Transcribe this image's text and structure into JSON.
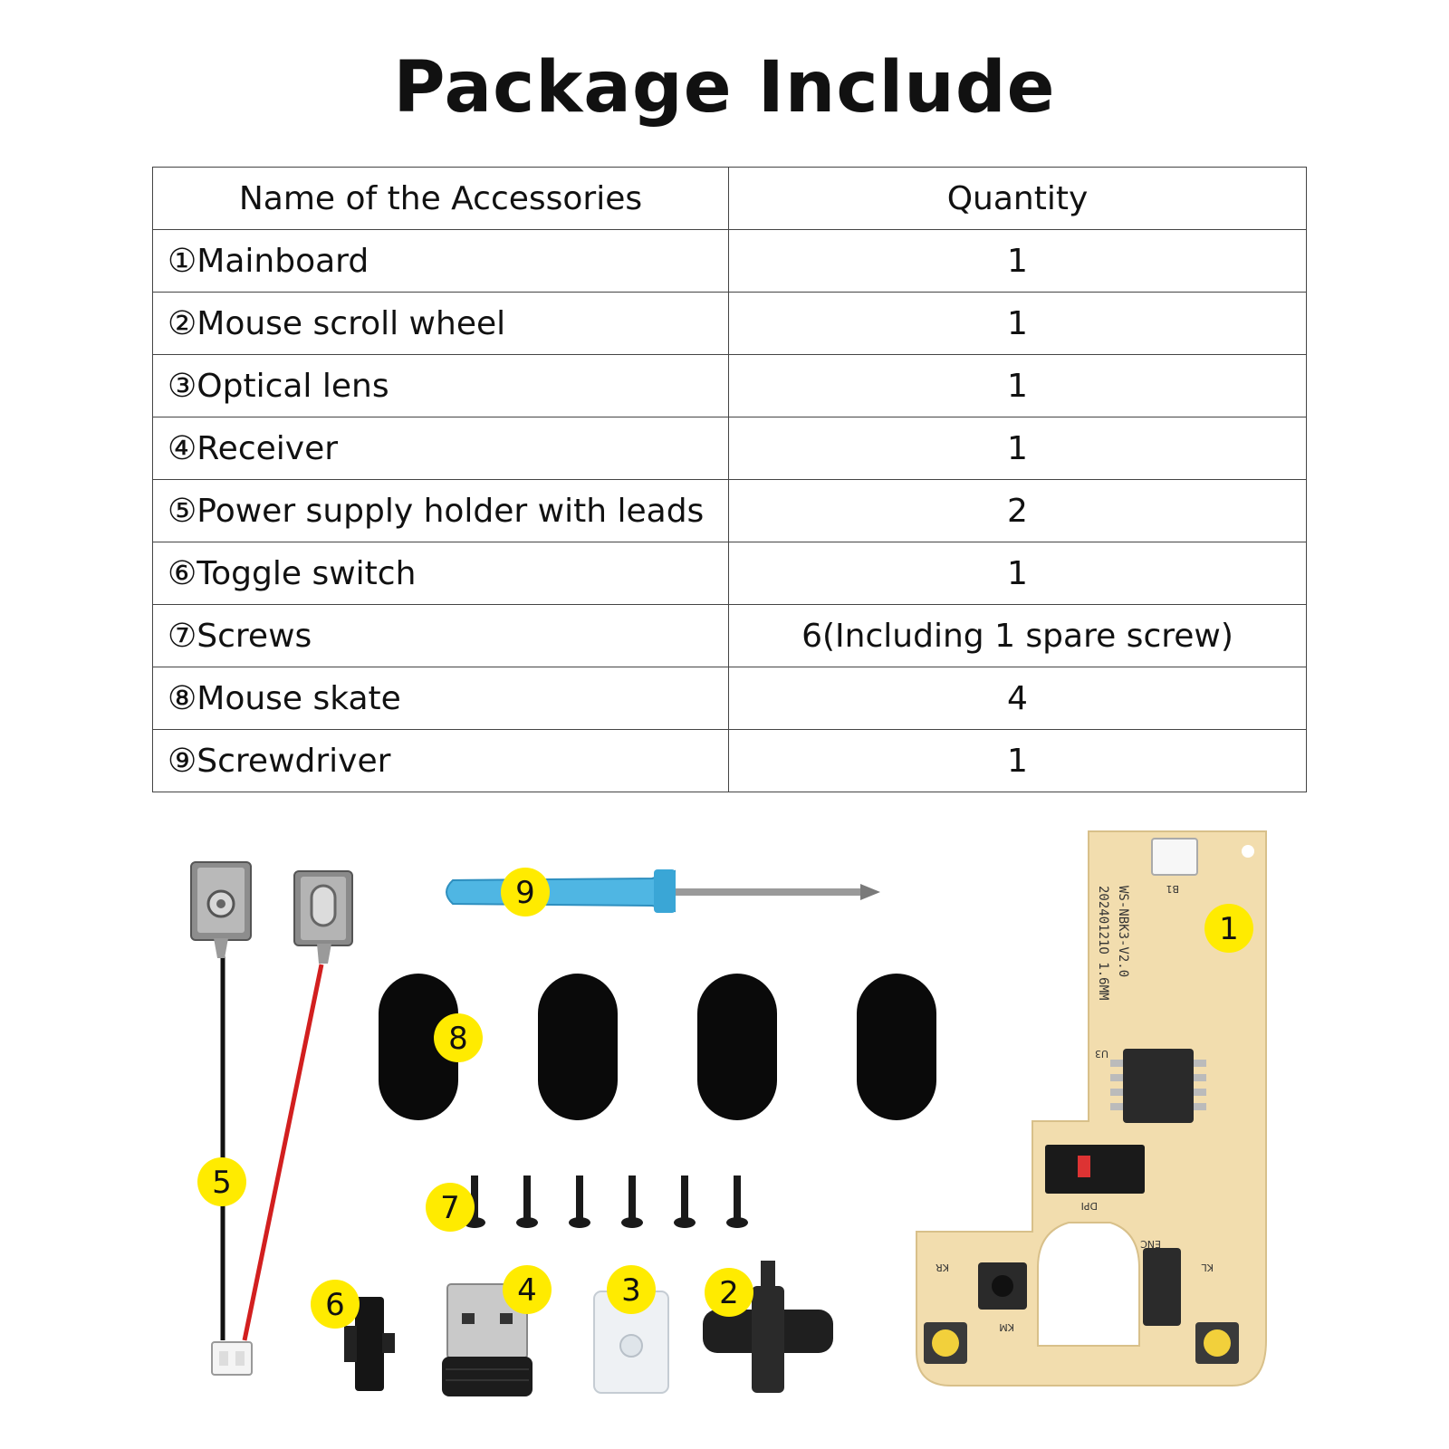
{
  "title": "Package Include",
  "table": {
    "headers": {
      "name": "Name of the Accessories",
      "quantity": "Quantity"
    },
    "rows": [
      {
        "name": "①Mainboard",
        "quantity": "1"
      },
      {
        "name": "②Mouse scroll wheel",
        "quantity": "1"
      },
      {
        "name": "③Optical lens",
        "quantity": "1"
      },
      {
        "name": "④Receiver",
        "quantity": "1"
      },
      {
        "name": "⑤Power supply holder with leads",
        "quantity": "2"
      },
      {
        "name": "⑥Toggle switch",
        "quantity": "1"
      },
      {
        "name": "⑦Screws",
        "quantity": "6(Including 1 spare screw)"
      },
      {
        "name": "⑧Mouse skate",
        "quantity": "4"
      },
      {
        "name": "⑨Screwdriver",
        "quantity": "1"
      }
    ]
  },
  "badges": {
    "mainboard": "1",
    "scroll_wheel": "2",
    "optical_lens": "3",
    "receiver": "4",
    "power_holder": "5",
    "toggle_switch": "6",
    "screws": "7",
    "mouse_skate": "8",
    "screwdriver": "9"
  },
  "pcb_labels": {
    "model": "WS-NBK3-V2.0",
    "date": "20240121O 1.6MM",
    "u3": "U3",
    "dpi": "DPI",
    "enc": "ENC",
    "kr": "KR",
    "kl": "KL",
    "km": "KM",
    "b1": "B1"
  },
  "colors": {
    "badge": "#FFEB00",
    "pcb": "#F2DDAE",
    "screwdriver_handle": "#4FB6E3",
    "skate": "#0A0A0A"
  }
}
